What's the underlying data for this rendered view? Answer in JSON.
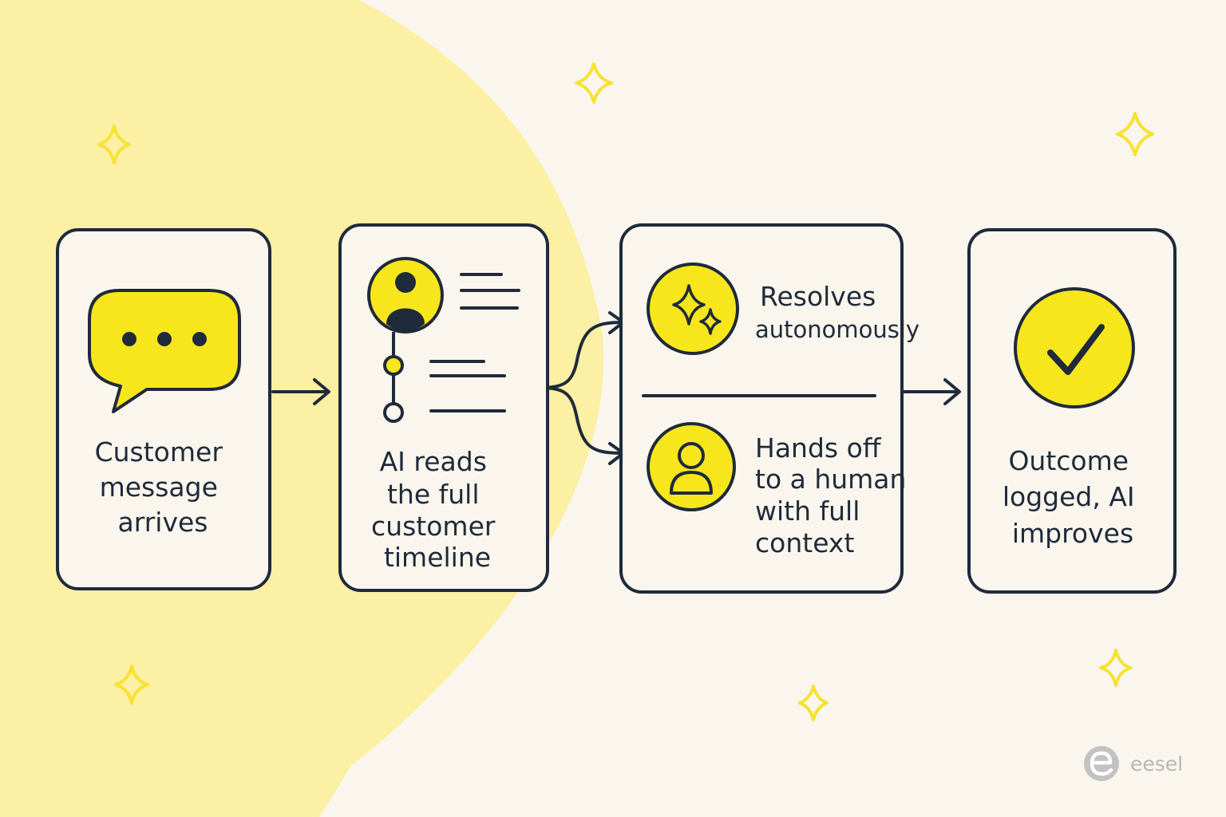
{
  "steps": [
    {
      "lines": [
        "Customer",
        "message",
        "arrives"
      ]
    },
    {
      "lines": [
        "AI reads",
        "the full",
        "customer",
        "timeline"
      ]
    },
    {
      "branches": [
        {
          "lines": [
            "Resolves",
            "autonomously"
          ]
        },
        {
          "lines": [
            "Hands off",
            "to a human",
            "with full",
            "context"
          ]
        }
      ]
    },
    {
      "lines": [
        "Outcome",
        "logged, AI",
        "improves"
      ]
    }
  ],
  "brand": {
    "name": "eesel"
  },
  "colors": {
    "background": "#faf6ee",
    "blob": "#fbf0a3",
    "accent_yellow": "#f8e61c",
    "ink": "#1f2a3a",
    "sparkle": "#f6e233",
    "brand_gray": "#b6b6b6"
  }
}
